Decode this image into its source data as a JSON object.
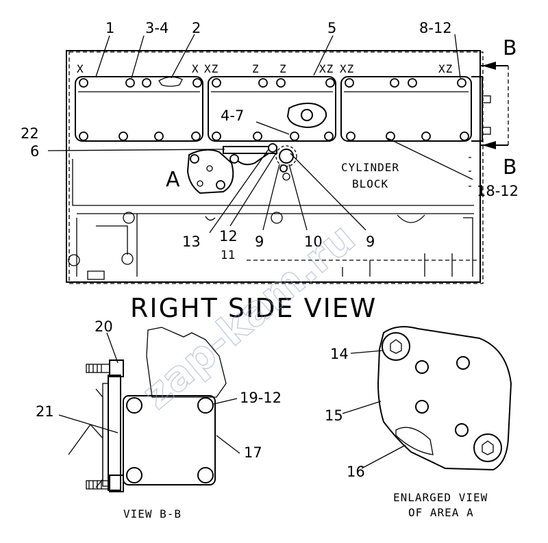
{
  "main_view": {
    "title": "RIGHT SIDE VIEW",
    "block_label_1": "CYLINDER",
    "block_label_2": "BLOCK",
    "area_marker": "A",
    "section_marker_top": "B",
    "section_marker_bottom": "B",
    "callouts": {
      "c1": "1",
      "c3_4": "3-4",
      "c2": "2",
      "c5": "5",
      "c8_12": "8-12",
      "c22": "22",
      "c6": "6",
      "c4_7": "4-7",
      "c13": "13",
      "c12": "12",
      "c11": "11",
      "c9a": "9",
      "c10": "10",
      "c9b": "9",
      "c18_12": "18-12"
    },
    "marks": {
      "m1": "X",
      "m2": "X",
      "m3": "XZ",
      "m4": "Z",
      "m5": "Z",
      "m6": "XZ",
      "m7": "XZ",
      "m8": "XZ"
    }
  },
  "view_bb": {
    "caption": "VIEW B-B",
    "callouts": {
      "c20": "20",
      "c21": "21",
      "c19_12": "19-12",
      "c17": "17"
    }
  },
  "area_a": {
    "caption_1": "ENLARGED VIEW",
    "caption_2": "OF AREA A",
    "callouts": {
      "c14": "14",
      "c15": "15",
      "c16": "16"
    }
  },
  "watermark": "zap-kam.ru"
}
